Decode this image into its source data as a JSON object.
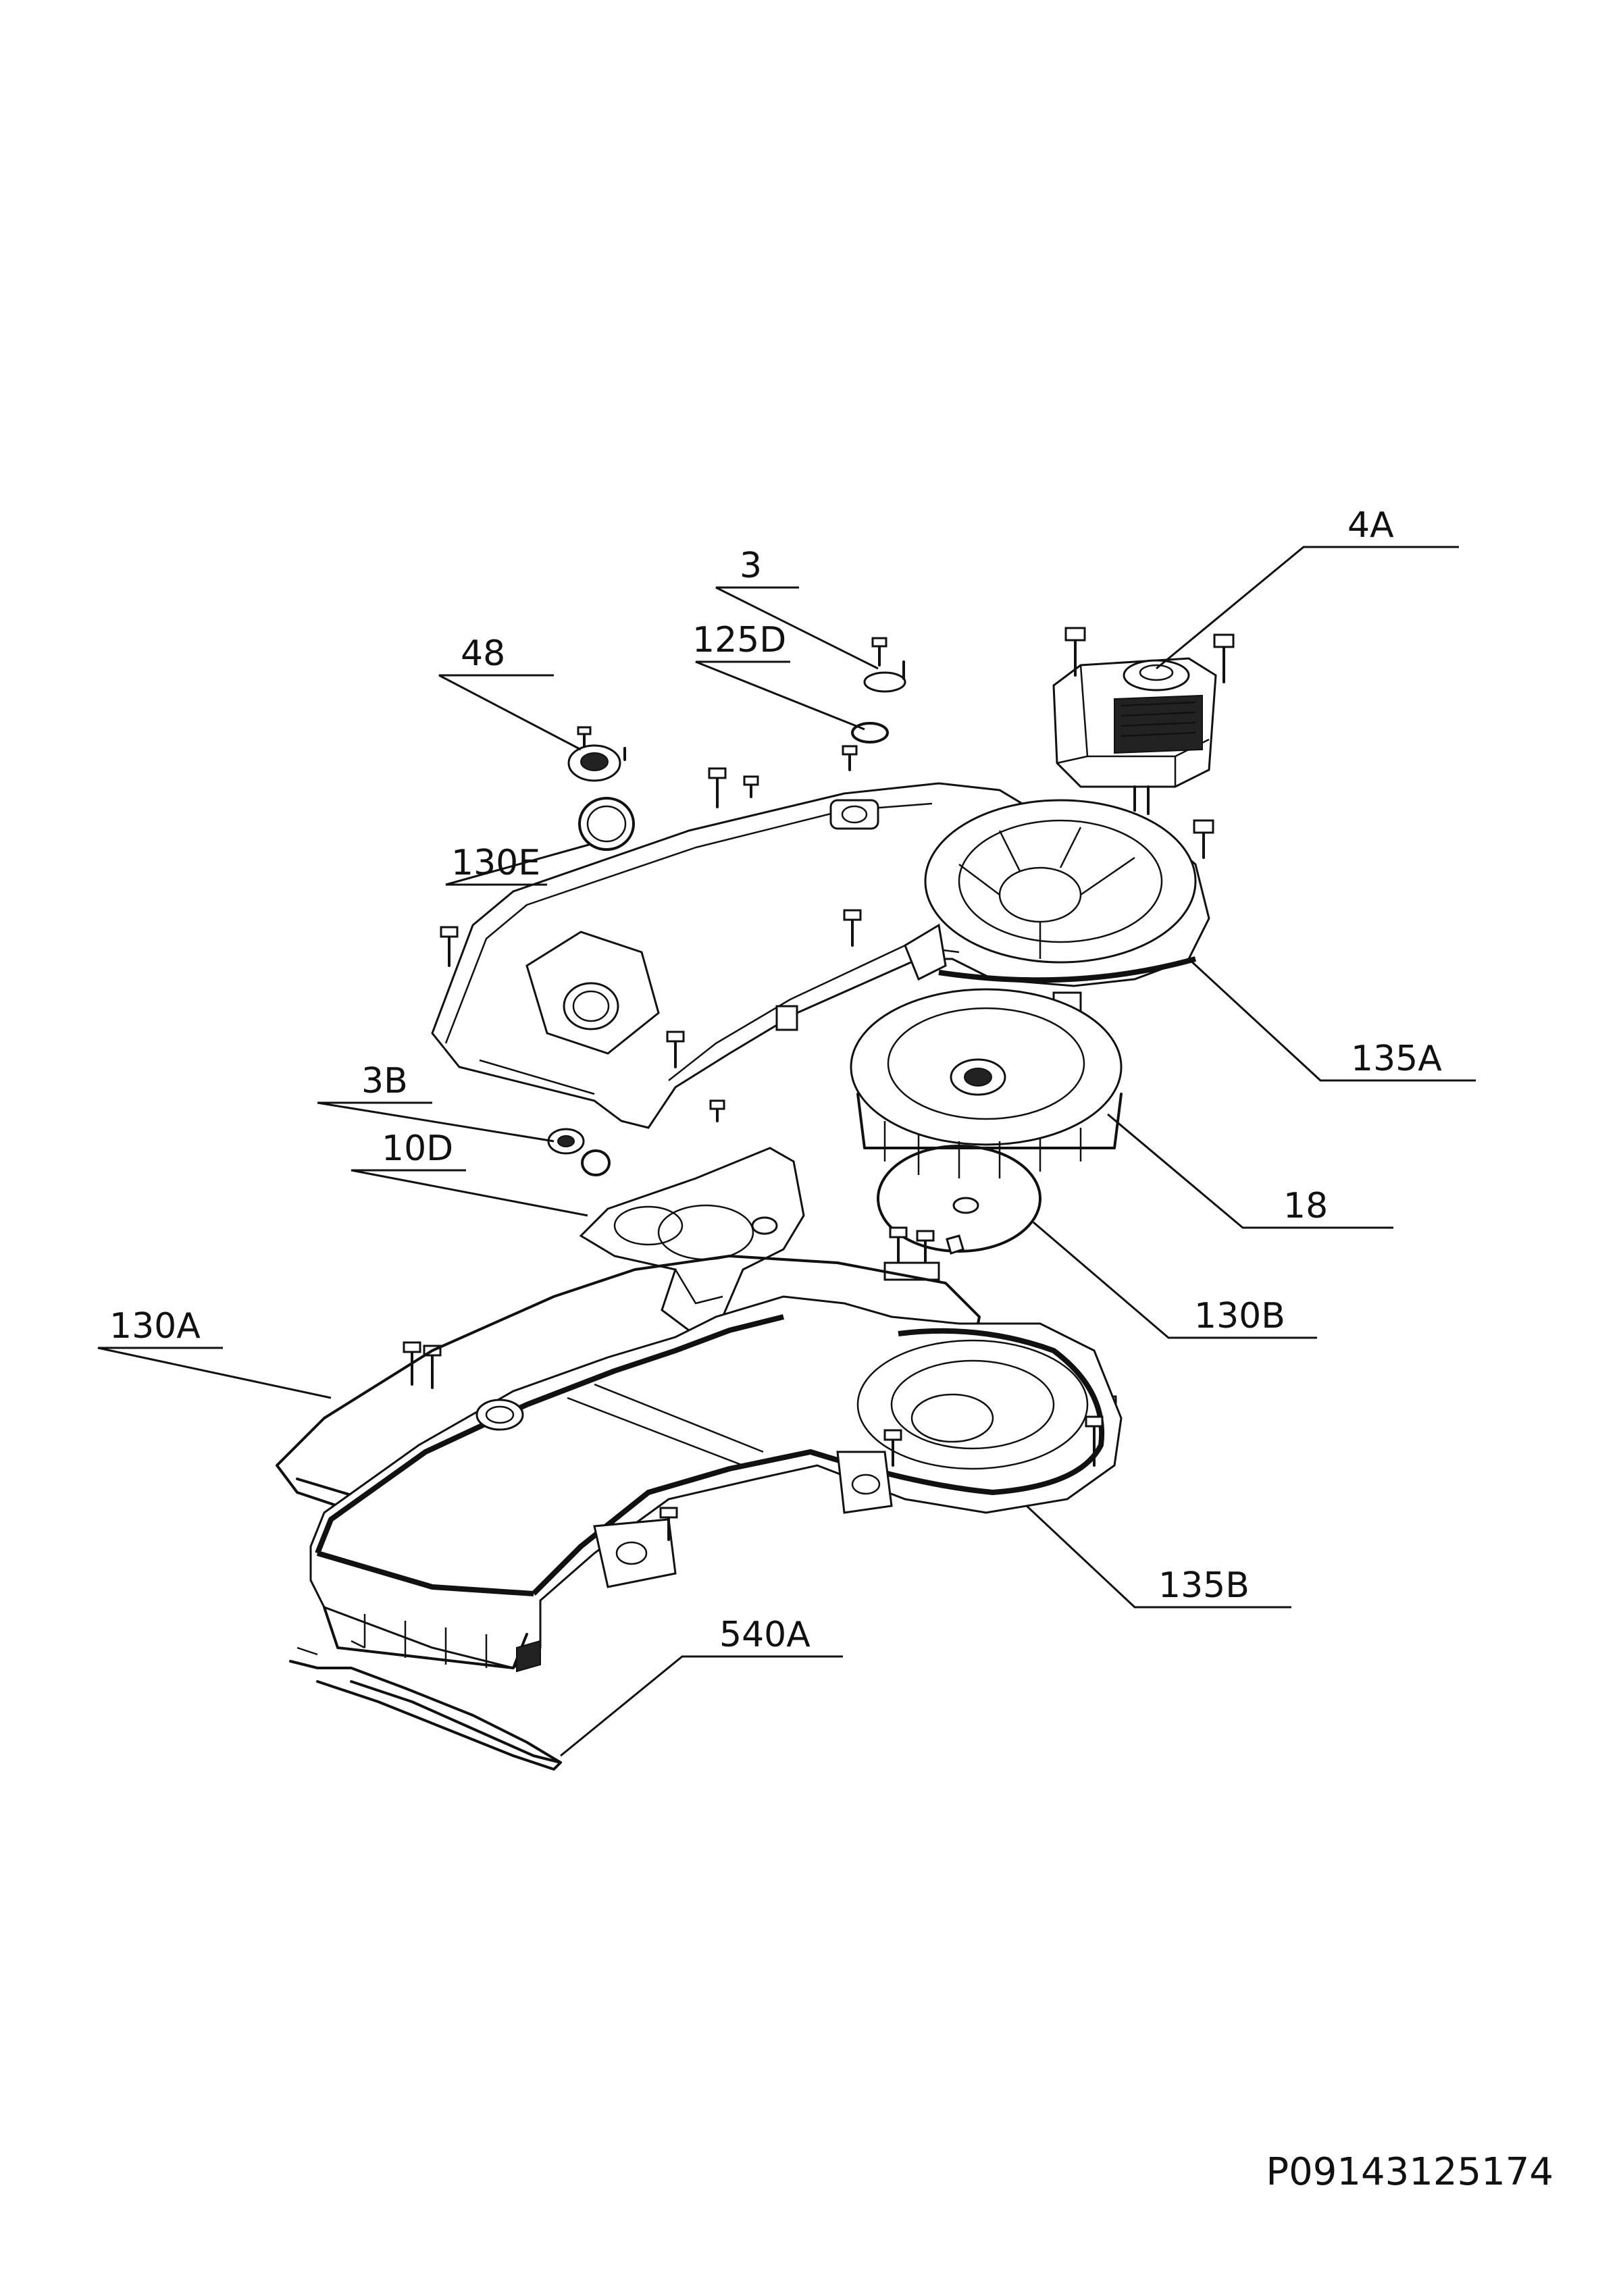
{
  "diagram": {
    "drawing_code": "P09143125174",
    "callouts": [
      {
        "id": "4A",
        "label": "4A"
      },
      {
        "id": "3",
        "label": "3"
      },
      {
        "id": "125D",
        "label": "125D"
      },
      {
        "id": "48",
        "label": "48"
      },
      {
        "id": "130E",
        "label": "130E"
      },
      {
        "id": "135A",
        "label": "135A"
      },
      {
        "id": "3B",
        "label": "3B"
      },
      {
        "id": "10D",
        "label": "10D"
      },
      {
        "id": "18",
        "label": "18"
      },
      {
        "id": "130B",
        "label": "130B"
      },
      {
        "id": "130A",
        "label": "130A"
      },
      {
        "id": "135B",
        "label": "135B"
      },
      {
        "id": "540A",
        "label": "540A"
      }
    ]
  }
}
